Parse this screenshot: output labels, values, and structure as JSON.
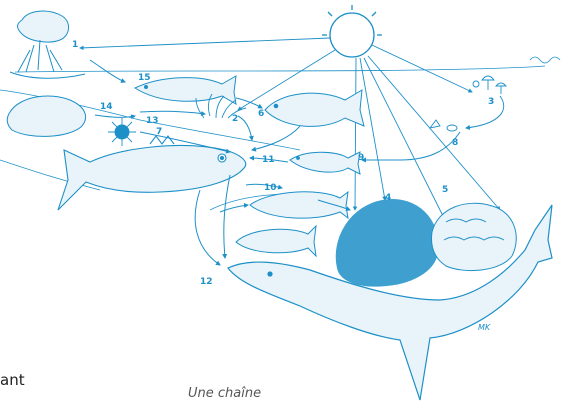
{
  "diagram": {
    "labels": [
      "1",
      "15",
      "14",
      "13",
      "2",
      "7",
      "6",
      "11",
      "9",
      "3",
      "8",
      "10",
      "4",
      "5",
      "12"
    ],
    "signature": "MK",
    "caption": "Une chaîne",
    "side_text": "ant"
  },
  "colors": {
    "ink": "#1e90c8",
    "background": "#ffffff"
  }
}
